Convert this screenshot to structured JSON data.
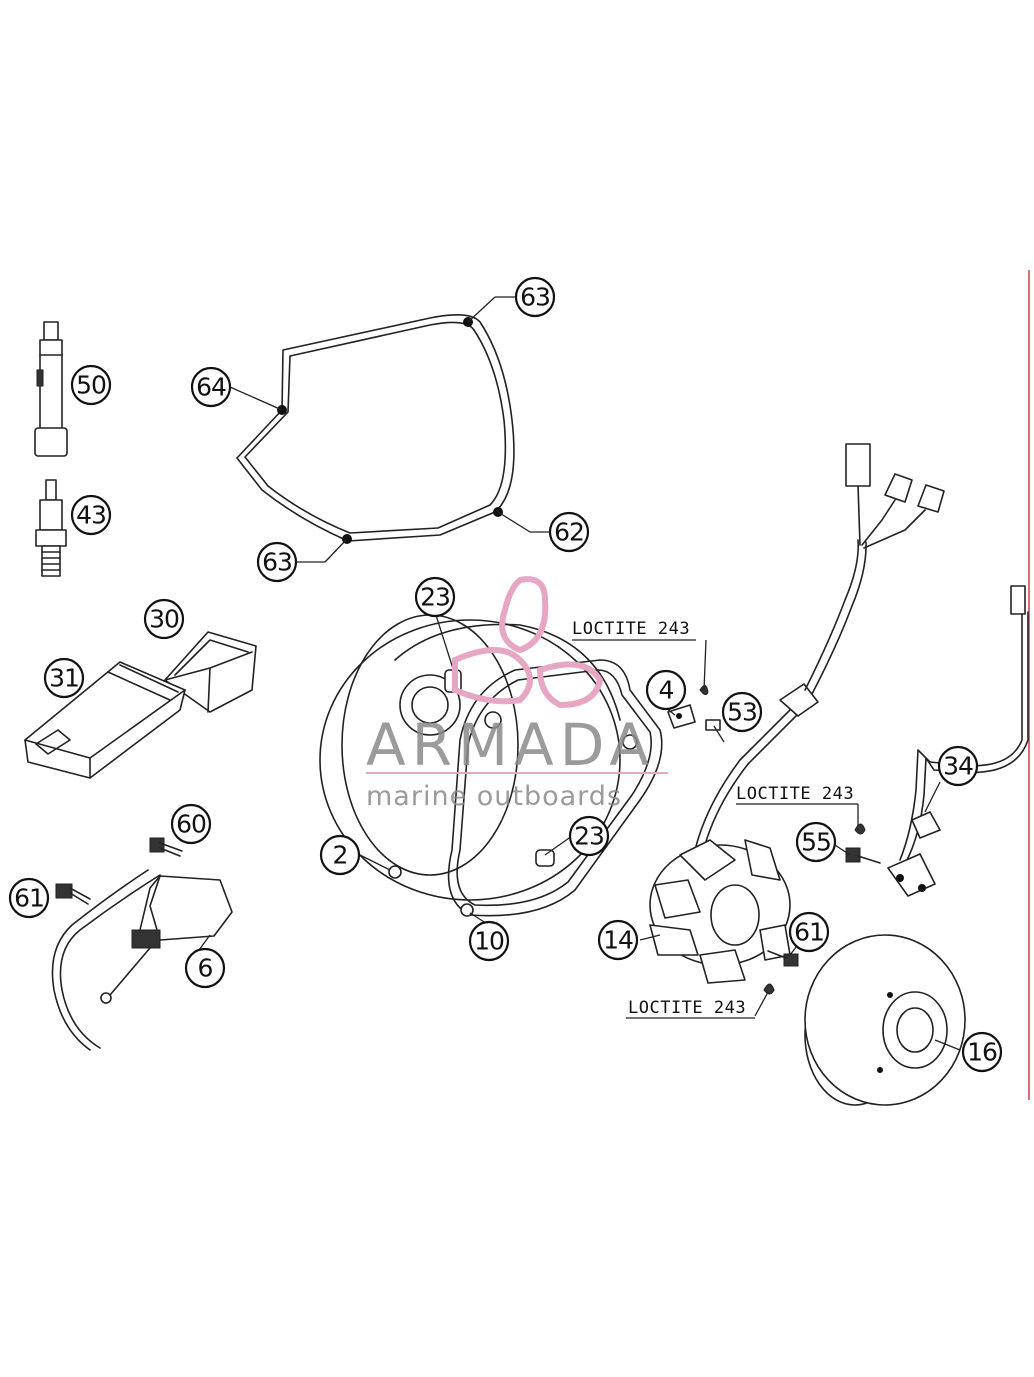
{
  "callouts": {
    "c63a": "63",
    "c64": "64",
    "c62": "62",
    "c63b": "63",
    "c50": "50",
    "c43": "43",
    "c30": "30",
    "c31": "31",
    "c23a": "23",
    "c23b": "23",
    "c4": "4",
    "c53": "53",
    "c2": "2",
    "c10": "10",
    "c14": "14",
    "c16": "16",
    "c60": "60",
    "c61a": "61",
    "c6": "6",
    "c34": "34",
    "c55": "55",
    "c61b": "61"
  },
  "notes": {
    "loctite1": "LOCTITE 243",
    "loctite2": "LOCTITE 243",
    "loctite3": "LOCTITE 243"
  },
  "watermark": {
    "title": "ARMADA",
    "subtitle": "marine outboards",
    "logo_color": "#e7a6c4"
  },
  "colors": {
    "line": "#222222",
    "edge_accent": "#e26a7a"
  }
}
